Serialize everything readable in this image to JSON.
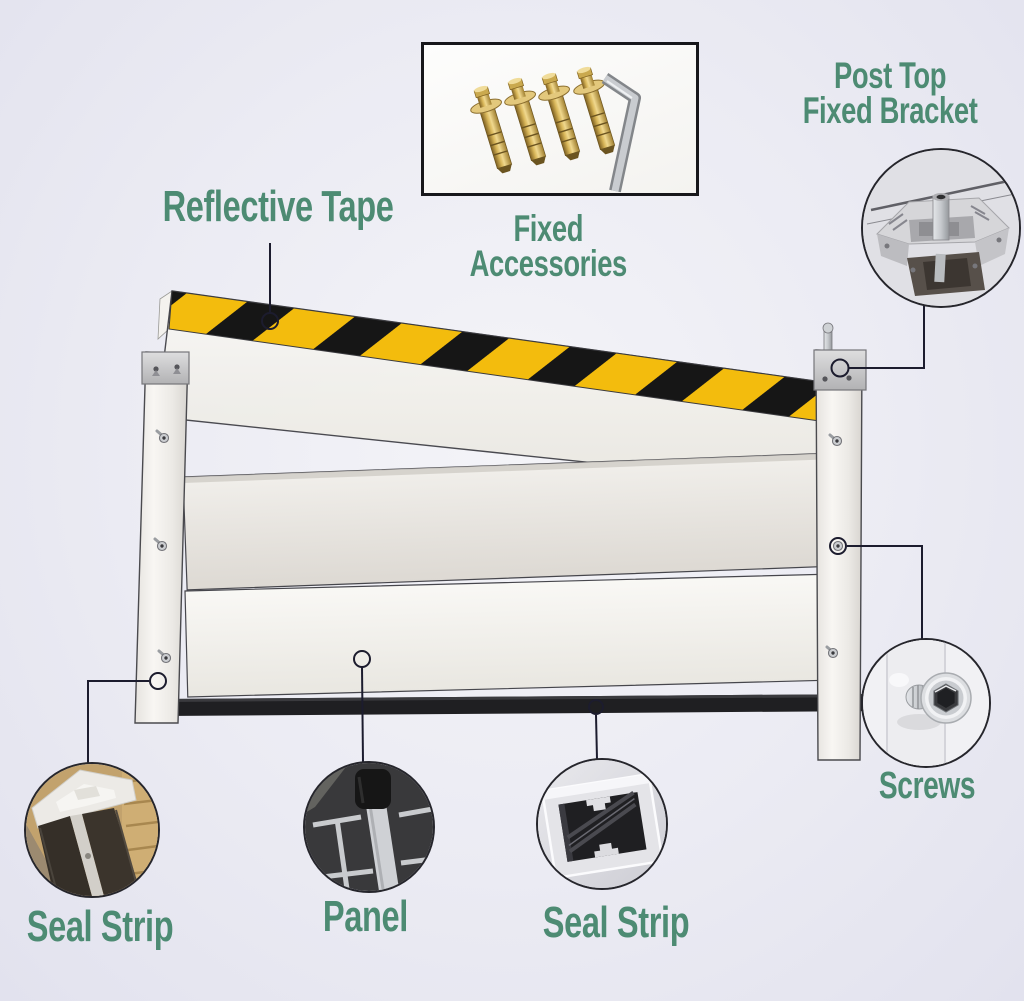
{
  "colors": {
    "background": "#eaeaf2",
    "label_green": "#4d8b73",
    "callout_line": "#1c1c2e",
    "tape_yellow": "#f3bc0d",
    "tape_black": "#161616",
    "panel_white": "#f5f4f0",
    "seal_black": "#1f1f22"
  },
  "callouts": {
    "reflective_tape": {
      "label": "Reflective Tape"
    },
    "fixed_accessories": {
      "line1": "Fixed",
      "line2": "Accessories"
    },
    "post_top_fixed_bracket": {
      "line1": "Post Top",
      "line2": "Fixed Bracket"
    },
    "screws": {
      "label": "Screws"
    },
    "seal_strip_left": {
      "label": "Seal Strip"
    },
    "panel": {
      "label": "Panel"
    },
    "seal_strip_right": {
      "label": "Seal Strip"
    }
  },
  "insets": {
    "fixed_accessories_photo": "four expansion anchor bolts and hex key",
    "post_top_fixed_bracket_photo": "post top clamp bracket with socket screw",
    "screws_photo": "hex socket screw on white post",
    "seal_strip_left_photo": "rubber seal strips on barrier post",
    "panel_photo": "aluminum panel cross-section with rubber seal",
    "seal_strip_right_photo": "aluminum profile with rubber seal strip"
  }
}
